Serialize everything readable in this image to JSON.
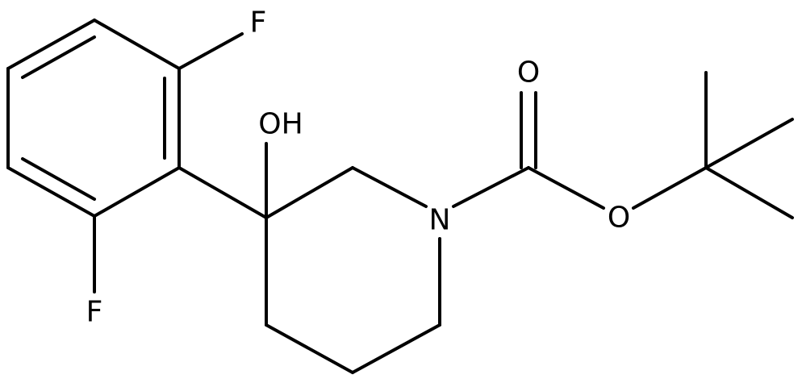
{
  "molecule": {
    "atoms": {
      "f_top": "F",
      "f_bottom": "F",
      "hydroxyl": "OH",
      "nitrogen": "N",
      "carbonyl_oxygen": "O",
      "ester_oxygen": "O"
    },
    "colors": {
      "bond": "#000000",
      "label": "#000000",
      "background": "#ffffff"
    }
  }
}
